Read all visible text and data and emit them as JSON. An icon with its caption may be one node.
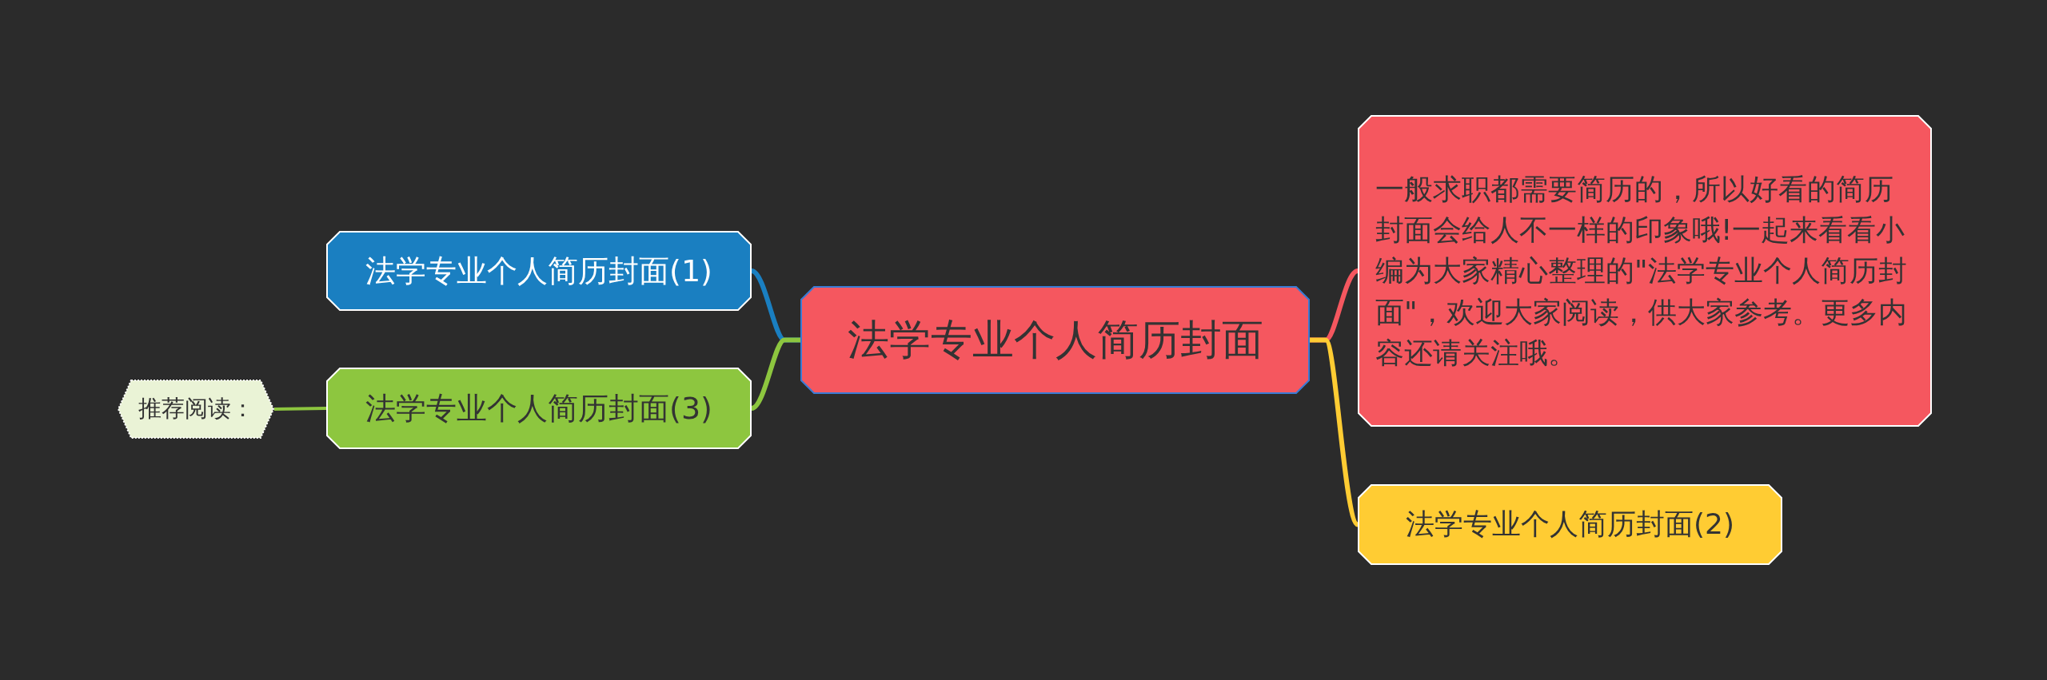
{
  "diagram": {
    "nodes": [
      {
        "text": [
          "法学专业个人简历封面"
        ]
      },
      {
        "text": [
          "法学专业个人简历封面(1)"
        ]
      },
      {
        "text": [
          "法学专业个人简历封面(3)"
        ]
      },
      {
        "text": [
          "推荐阅读："
        ]
      },
      {
        "text": [
          "一般求职都需要简历的，所以好看的简历封面会给人不一样的印象哦!一起来看看小编为大家精心整理的\"法学专业个人简历封面\"，欢迎大家阅读，供大家参考。更多内容还请关注哦。"
        ]
      },
      {
        "text": [
          "法学专业个人简历封面(2)"
        ]
      }
    ],
    "edges": [
      {
        "from": 0,
        "to": 1,
        "arrow": "none",
        "color": "#1a7fc1"
      },
      {
        "from": 0,
        "to": 2,
        "arrow": "none",
        "color": "#8dc63f"
      },
      {
        "from": 2,
        "to": 3,
        "arrow": "none",
        "color": "#8dc63f"
      },
      {
        "from": 0,
        "to": 4,
        "arrow": "none",
        "color": "#f5575f"
      },
      {
        "from": 0,
        "to": 5,
        "arrow": "none",
        "color": "#ffcc33"
      }
    ]
  }
}
